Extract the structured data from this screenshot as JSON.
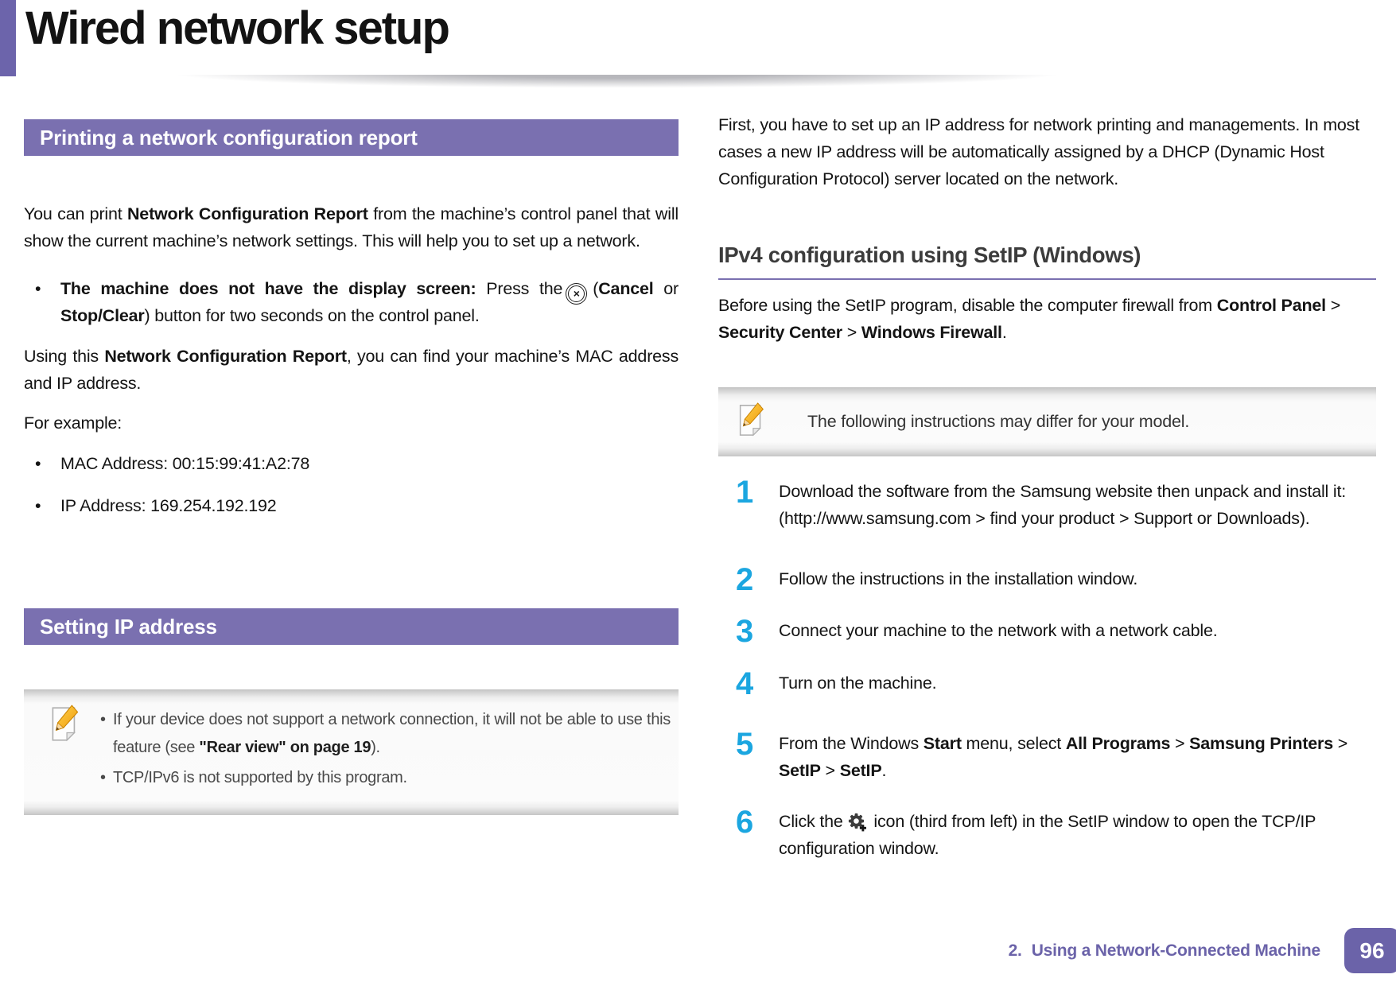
{
  "page_title": "Wired network setup",
  "colors": {
    "header_bar_purple": "#7a70b0",
    "accent_bar_purple": "#6c64ab",
    "footer_purple": "#6b63a9",
    "step_number_cyan": "#1ba6e0",
    "heading2_gray": "#3c3c3c"
  },
  "left": {
    "report": {
      "heading": "Printing a network configuration report",
      "intro_runs": [
        {
          "t": "You can print "
        },
        {
          "t": "Network Configuration Report",
          "b": 1
        },
        {
          "t": " from the machine’s control panel that will show the current machine’s network settings. This will help you to set up a network."
        }
      ],
      "display_bullet_pre": [
        {
          "t": "The machine does not have the display screen:",
          "b": 1
        },
        {
          "t": " Press the"
        }
      ],
      "display_bullet_post": [
        {
          "t": "("
        },
        {
          "t": "Cancel",
          "b": 1
        },
        {
          "t": " or "
        },
        {
          "t": "Stop/Clear",
          "b": 1
        },
        {
          "t": ") button for two seconds on the control panel."
        }
      ],
      "using_runs": [
        {
          "t": "Using this "
        },
        {
          "t": "Network Configuration Report",
          "b": 1
        },
        {
          "t": ", you can find your machine’s MAC address and IP address."
        }
      ],
      "for_example": "For example:",
      "examples": [
        "MAC Address: 00:15:99:41:A2:78",
        "IP Address: 169.254.192.192"
      ]
    },
    "setip_heading": "Setting IP address",
    "note_items": [
      {
        "runs": [
          {
            "t": "If your device does not support a network connection, it will not be able to use this feature (see "
          },
          {
            "t": "\"Rear view\" on page 19",
            "link": 1
          },
          {
            "t": ")."
          }
        ]
      },
      {
        "runs": [
          {
            "t": "TCP/IPv6 is not supported by this program."
          }
        ]
      }
    ]
  },
  "right": {
    "intro": "First, you have to set up an IP address for network printing and managements. In most cases a new IP address will be automatically assigned by a DHCP (Dynamic Host Configuration Protocol) server located on the network.",
    "ipv4": {
      "heading": "IPv4 configuration using SetIP (Windows)",
      "body_runs": [
        {
          "t": "Before using the SetIP program, disable the computer firewall from "
        },
        {
          "t": "Control Panel",
          "b": 1
        },
        {
          "t": " > "
        },
        {
          "t": "Security Center",
          "b": 1
        },
        {
          "t": " > "
        },
        {
          "t": "Windows Firewall",
          "b": 1
        },
        {
          "t": "."
        }
      ],
      "note_text": "The following instructions may differ for your model.",
      "steps": [
        {
          "num": "1",
          "runs": [
            {
              "t": "Download the software from the Samsung website then unpack and install it: (http://www.samsung.com > find your product > Support or Downloads)."
            }
          ]
        },
        {
          "num": "2",
          "runs": [
            {
              "t": "Follow the instructions in the installation window."
            }
          ]
        },
        {
          "num": "3",
          "runs": [
            {
              "t": "Connect your machine to the network with a network cable."
            }
          ]
        },
        {
          "num": "4",
          "runs": [
            {
              "t": "Turn on the machine."
            }
          ]
        },
        {
          "num": "5",
          "runs": [
            {
              "t": "From the Windows "
            },
            {
              "t": "Start",
              "b": 1
            },
            {
              "t": " menu, select "
            },
            {
              "t": "All Programs",
              "b": 1
            },
            {
              "t": " > "
            },
            {
              "t": "Samsung Printers",
              "b": 1
            },
            {
              "t": " > "
            },
            {
              "t": "SetIP",
              "b": 1
            },
            {
              "t": " > "
            },
            {
              "t": "SetIP",
              "b": 1
            },
            {
              "t": "."
            }
          ]
        },
        {
          "num": "6",
          "runs_pre": [
            {
              "t": "Click the"
            }
          ],
          "runs_post": [
            {
              "t": " icon (third from left) in the SetIP window to open the TCP/IP configuration window."
            }
          ]
        }
      ]
    }
  },
  "footer": {
    "section_no": "2.",
    "section_title": "Using a Network-Connected Machine",
    "page_number": "96"
  }
}
